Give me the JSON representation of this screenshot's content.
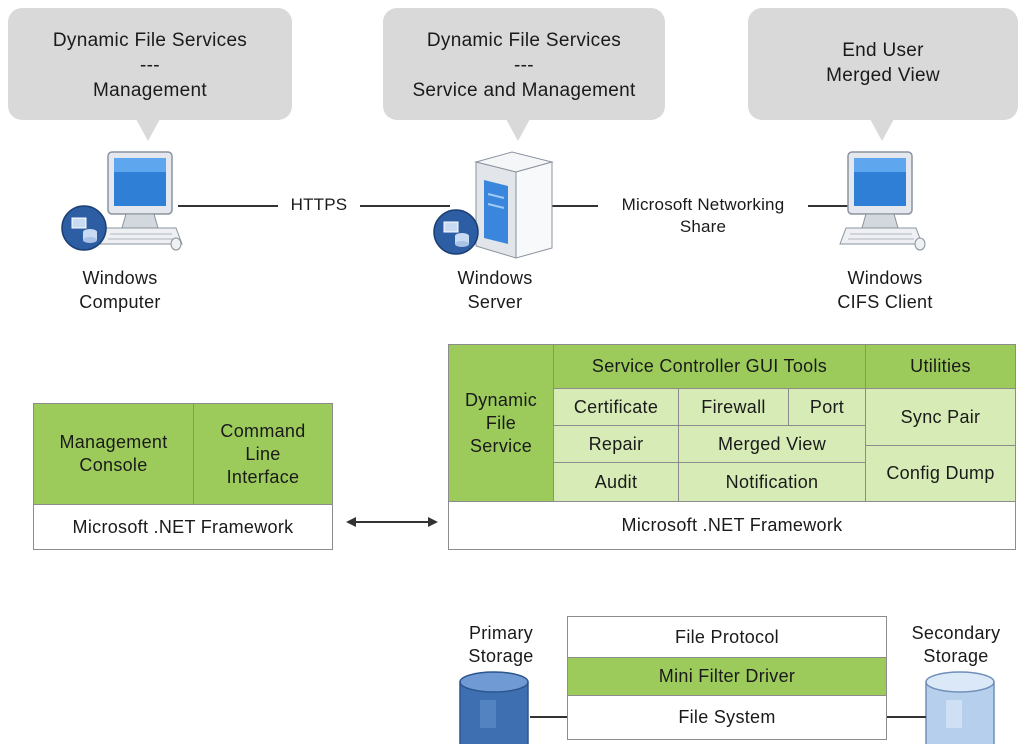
{
  "bubbles": {
    "left": [
      "Dynamic File Services",
      "---",
      "Management"
    ],
    "center": [
      "Dynamic File Services",
      "---",
      "Service and Management"
    ],
    "right": [
      "End User",
      "Merged View"
    ]
  },
  "nodes": {
    "left": [
      "Windows",
      "Computer"
    ],
    "center": [
      "Windows",
      "Server"
    ],
    "right": [
      "Windows",
      "CIFS Client"
    ]
  },
  "connections": {
    "left": "HTTPS",
    "right": [
      "Microsoft Networking",
      "Share"
    ]
  },
  "left_stack": {
    "management_console": [
      "Management",
      "Console"
    ],
    "cli": [
      "Command",
      "Line",
      "Interface"
    ],
    "framework": "Microsoft .NET Framework"
  },
  "right_stack": {
    "dynamic_file_service": [
      "Dynamic",
      "File",
      "Service"
    ],
    "service_controller": "Service Controller GUI Tools",
    "certificate": "Certificate",
    "firewall": "Firewall",
    "port": "Port",
    "repair": "Repair",
    "merged_view": "Merged View",
    "audit": "Audit",
    "notification": "Notification",
    "utilities": "Utilities",
    "sync_pair": "Sync Pair",
    "config_dump": "Config Dump",
    "framework": "Microsoft .NET Framework"
  },
  "storage": {
    "primary": [
      "Primary",
      "Storage"
    ],
    "secondary": [
      "Secondary",
      "Storage"
    ],
    "file_protocol": "File Protocol",
    "mini_filter": "Mini Filter Driver",
    "file_system": "File System"
  },
  "colors": {
    "bubble": "#d9d9d9",
    "green_dark": "#9ccb5c",
    "green_light": "#d6ebb6",
    "screen_blue": "#2f7fd6",
    "storage_dark": "#3e6fb0",
    "storage_light": "#b6cfec"
  }
}
